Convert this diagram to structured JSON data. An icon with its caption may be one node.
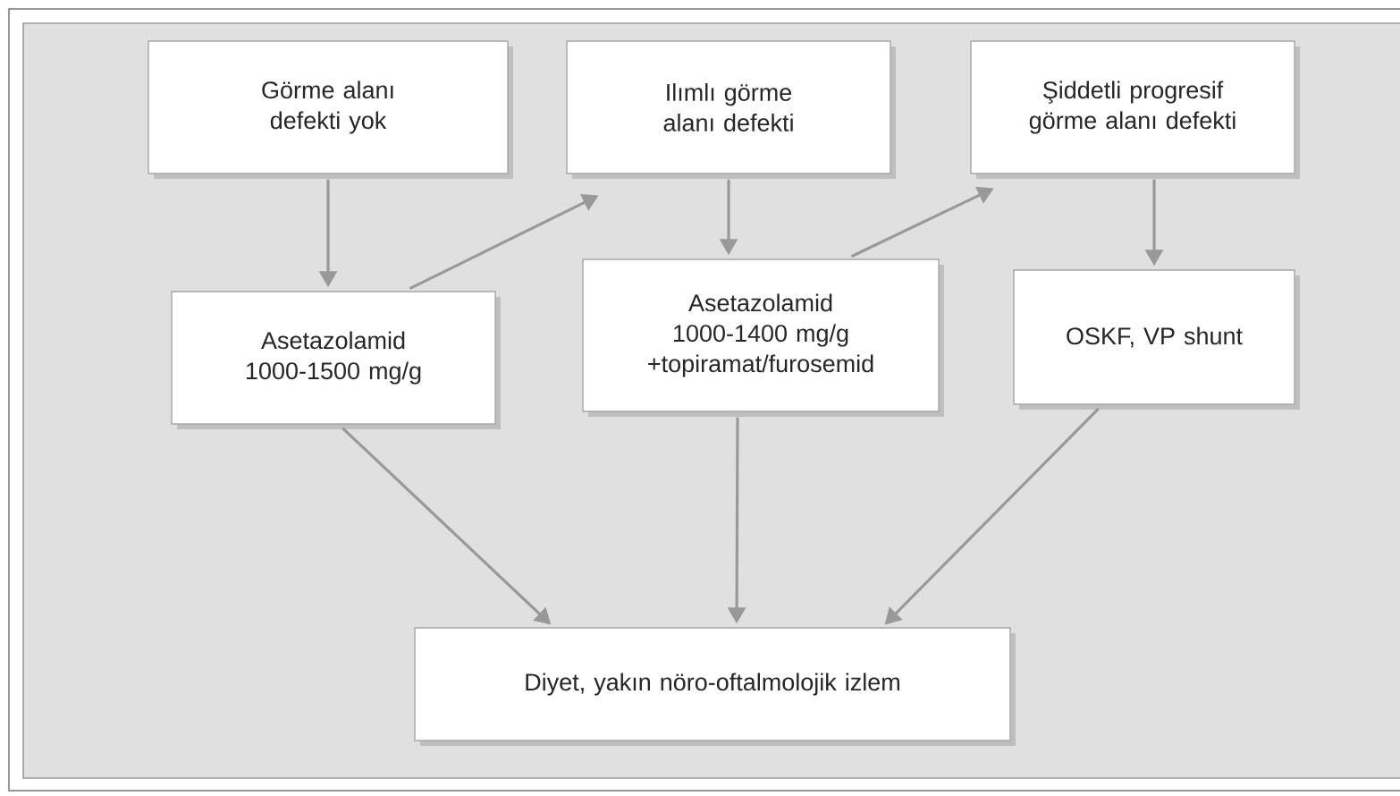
{
  "diagram": {
    "nodes": [
      {
        "text": [
          "Görme alanı defekti yok"
        ]
      },
      {
        "text": [
          "Ilımlı görme alanı defekti"
        ]
      },
      {
        "text": [
          "Şiddetli progresif görme alanı defekti"
        ]
      },
      {
        "text": [
          "Asetazolamid 1000-1500 mg/g"
        ]
      },
      {
        "text": [
          "Asetazolamid 1000-1400 mg/g +topiramat/furosemid"
        ]
      },
      {
        "text": [
          "OSKF, VP shunt"
        ]
      },
      {
        "text": [
          "Diyet, yakın nöro-oftalmolojik izlem"
        ]
      }
    ],
    "edges": [
      {
        "from": 0,
        "to": 3,
        "arrow": "to"
      },
      {
        "from": 3,
        "to": 1,
        "arrow": "to"
      },
      {
        "from": 1,
        "to": 4,
        "arrow": "to"
      },
      {
        "from": 4,
        "to": 2,
        "arrow": "to"
      },
      {
        "from": 2,
        "to": 5,
        "arrow": "to"
      },
      {
        "from": 3,
        "to": 6,
        "arrow": "to"
      },
      {
        "from": 4,
        "to": 6,
        "arrow": "to"
      },
      {
        "from": 5,
        "to": 6,
        "arrow": "to"
      }
    ]
  }
}
